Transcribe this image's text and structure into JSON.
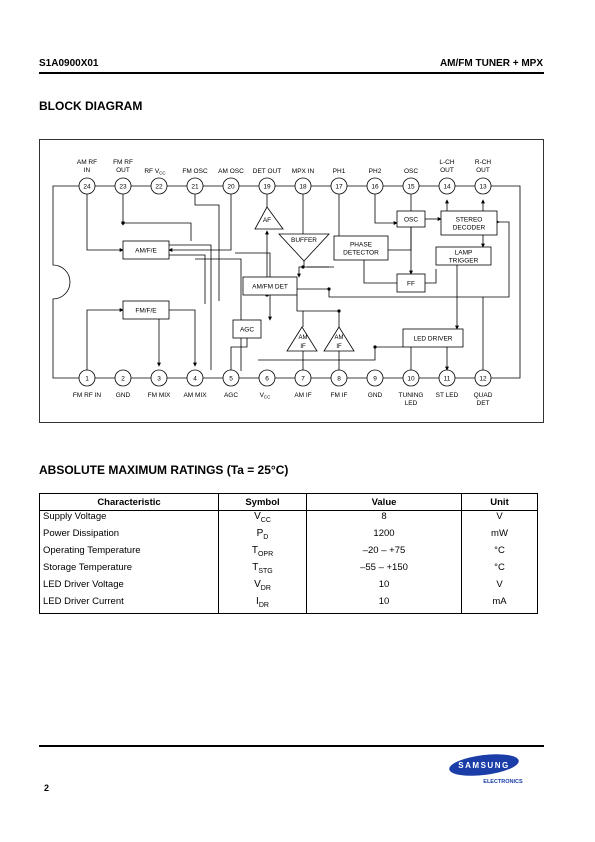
{
  "header": {
    "part_number": "S1A0900X01",
    "product": "AM/FM TUNER + MPX"
  },
  "block_diagram": {
    "title": "BLOCK DIAGRAM",
    "top_pins": [
      {
        "num": "24",
        "label": [
          "AM RF",
          "IN"
        ]
      },
      {
        "num": "23",
        "label": [
          "FM RF",
          "OUT"
        ]
      },
      {
        "num": "22",
        "label": [
          "RF V",
          "CC"
        ]
      },
      {
        "num": "21",
        "label": [
          "FM OSC"
        ]
      },
      {
        "num": "20",
        "label": [
          "AM OSC"
        ]
      },
      {
        "num": "19",
        "label": [
          "DET OUT"
        ]
      },
      {
        "num": "18",
        "label": [
          "MPX IN"
        ]
      },
      {
        "num": "17",
        "label": [
          "PH1"
        ]
      },
      {
        "num": "16",
        "label": [
          "PH2"
        ]
      },
      {
        "num": "15",
        "label": [
          "OSC"
        ]
      },
      {
        "num": "14",
        "label": [
          "L-CH",
          "OUT"
        ]
      },
      {
        "num": "13",
        "label": [
          "R-CH",
          "OUT"
        ]
      }
    ],
    "bottom_pins": [
      {
        "num": "1",
        "label": [
          "FM RF IN"
        ]
      },
      {
        "num": "2",
        "label": [
          "GND"
        ]
      },
      {
        "num": "3",
        "label": [
          "FM MIX"
        ]
      },
      {
        "num": "4",
        "label": [
          "AM MIX"
        ]
      },
      {
        "num": "5",
        "label": [
          "AGC"
        ]
      },
      {
        "num": "6",
        "label": [
          "V",
          "CC"
        ]
      },
      {
        "num": "7",
        "label": [
          "AM IF"
        ]
      },
      {
        "num": "8",
        "label": [
          "FM IF"
        ]
      },
      {
        "num": "9",
        "label": [
          "GND"
        ]
      },
      {
        "num": "10",
        "label": [
          "TUNING",
          "LED"
        ]
      },
      {
        "num": "11",
        "label": [
          "ST LED"
        ]
      },
      {
        "num": "12",
        "label": [
          "QUAD",
          "DET"
        ]
      }
    ],
    "blocks": {
      "am_fe": "AM/F/E",
      "fm_fe": "FM/F/E",
      "am_fm_det": "AM/FM DET",
      "agc": "AGC",
      "phase_detector": [
        "PHASE",
        "DETECTOR"
      ],
      "osc": "OSC",
      "stereo_decoder": [
        "STEREO",
        "DECODER"
      ],
      "lamp_trigger": [
        "LAMP",
        "TRIGGER"
      ],
      "ff": "FF",
      "led_driver": "LED DRIVER",
      "af_amp": "AF",
      "buffer": "BUFFER",
      "am_if_amp": [
        "AM",
        "IF"
      ],
      "fm_if_amp": [
        "AM",
        "IF"
      ]
    }
  },
  "ratings": {
    "title": "ABSOLUTE MAXIMUM RATINGS (Ta = 25°C)",
    "columns": [
      "Characteristic",
      "Symbol",
      "Value",
      "Unit"
    ],
    "rows": [
      {
        "characteristic": "Supply Voltage",
        "symbol": "V",
        "symbol_sub": "CC",
        "value": "8",
        "unit": "V"
      },
      {
        "characteristic": "Power Dissipation",
        "symbol": "P",
        "symbol_sub": "D",
        "value": "1200",
        "unit": "mW"
      },
      {
        "characteristic": "Operating Temperature",
        "symbol": "T",
        "symbol_sub": "OPR",
        "value": "–20 – +75",
        "unit": "°C"
      },
      {
        "characteristic": "Storage Temperature",
        "symbol": "T",
        "symbol_sub": "STG",
        "value": "–55 – +150",
        "unit": "°C"
      },
      {
        "characteristic": "LED Driver Voltage",
        "symbol": "V",
        "symbol_sub": "DR",
        "value": "10",
        "unit": "V"
      },
      {
        "characteristic": "LED Driver Current",
        "symbol": "I",
        "symbol_sub": "DR",
        "value": "10",
        "unit": "mA"
      }
    ]
  },
  "footer": {
    "page_number": "2",
    "logo_word": "SAMSUNG",
    "logo_sub": "ELECTRONICS"
  }
}
